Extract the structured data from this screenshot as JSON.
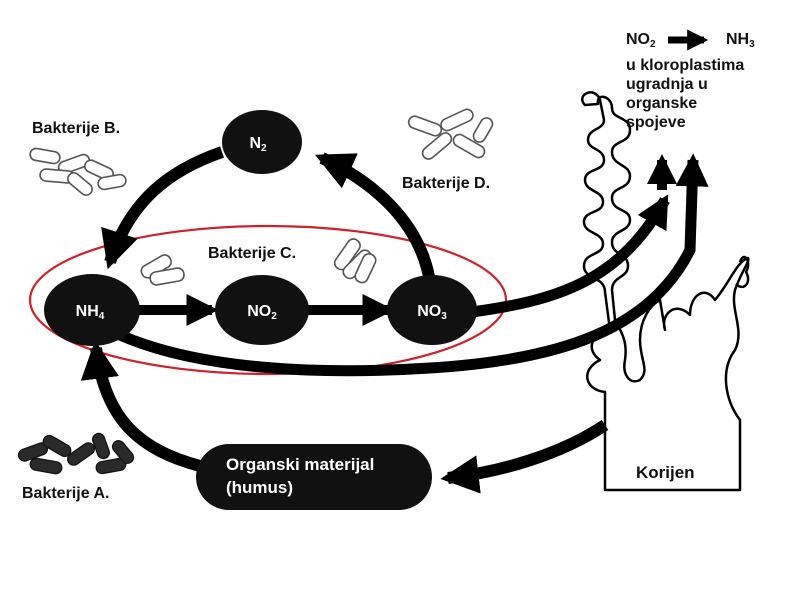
{
  "nodes": {
    "n2": {
      "main": "N",
      "sub": "2"
    },
    "nh4": {
      "main": "NH",
      "sub": "4"
    },
    "no2": {
      "main": "NO",
      "sub": "2"
    },
    "no3": {
      "main": "NO",
      "sub": "3"
    },
    "organic": {
      "line1": "Organski materijal",
      "line2": "(humus)"
    }
  },
  "labels": {
    "bacteria_a": "Bakterije A.",
    "bacteria_b": "Bakterije B.",
    "bacteria_c": "Bakterije C.",
    "bacteria_d": "Bakterije D.",
    "root": "Korijen"
  },
  "plant_note": {
    "formula_left_main": "NO",
    "formula_left_sub": "2",
    "formula_right_main": "NH",
    "formula_right_sub": "3",
    "lines": [
      "u kloroplastima",
      "ugradnja u",
      "organske",
      "spojeve"
    ]
  },
  "colors": {
    "node_fill": "#111111",
    "arrow": "#000000",
    "highlight_ellipse": "#d0202a",
    "bacteria_dark": "#2a2a2a",
    "bacteria_light": "#8a8a8a"
  }
}
